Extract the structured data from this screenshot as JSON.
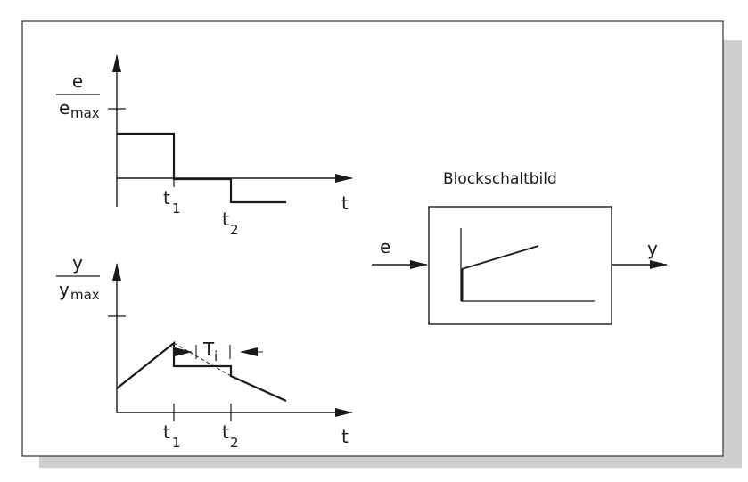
{
  "diagram": {
    "colors": {
      "line": "#1a1a1a",
      "shadow": "#cfcfcf",
      "frame": "#333333",
      "background": "#ffffff"
    },
    "top_graph": {
      "y_label_num": "e",
      "y_label_den": "e",
      "y_label_den_sub": "max",
      "x_label": "t",
      "tick1_main": "t",
      "tick1_sub": "1",
      "tick2_main": "t",
      "tick2_sub": "2"
    },
    "bottom_graph": {
      "y_label_num": "y",
      "y_label_den": "y",
      "y_label_den_sub": "max",
      "x_label": "t",
      "tick1_main": "t",
      "tick1_sub": "1",
      "tick2_main": "t",
      "tick2_sub": "2",
      "ti_main": "T",
      "ti_sub": "i"
    },
    "block": {
      "title": "Blockschaltbild",
      "input_label": "e",
      "output_label": "y"
    }
  }
}
